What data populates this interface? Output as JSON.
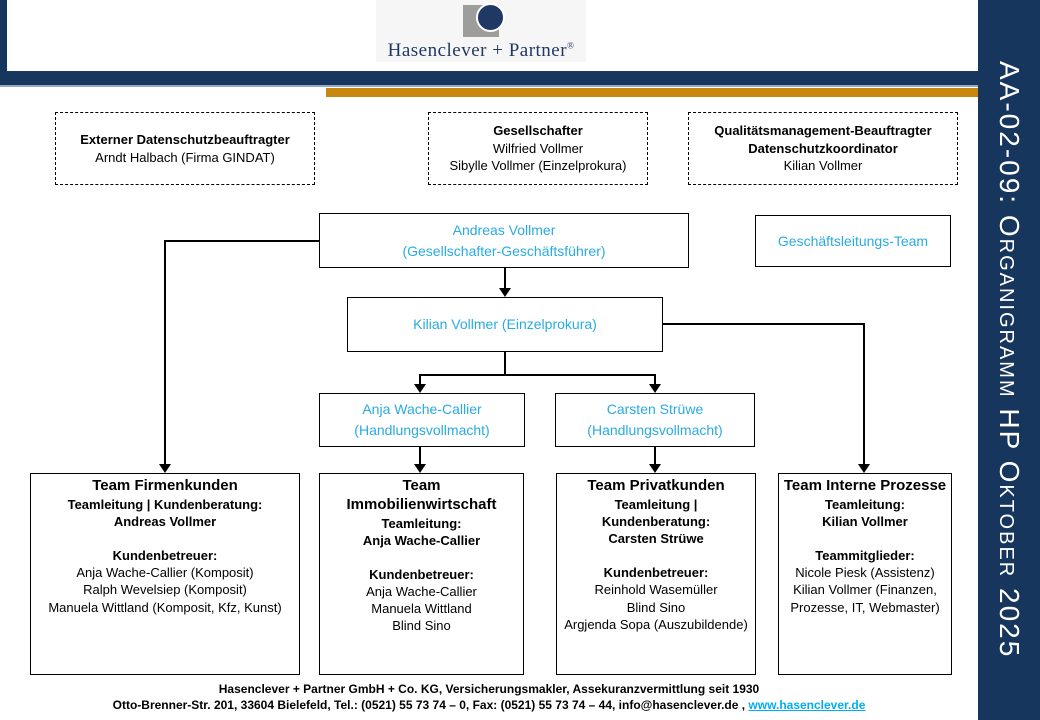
{
  "colors": {
    "navy": "#17365D",
    "orange": "#C8870E",
    "accent_cyan": "#29ABE2",
    "link_cyan": "#00AEEF",
    "logo_gray": "#9D9D9C"
  },
  "header": {
    "brand": "Hasenclever + Partner",
    "registered": "®"
  },
  "sidebar": {
    "label": "AA-02-09: Organigramm HP Oktober 2025"
  },
  "org": {
    "external_dpo": {
      "title": "Externer Datenschutzbeauftragter",
      "person": "Arndt Halbach (Firma GINDAT)"
    },
    "gesellschafter": {
      "title": "Gesellschafter",
      "person1": "Wilfried Vollmer",
      "person2": "Sibylle Vollmer (Einzelprokura)"
    },
    "qm": {
      "title1": "Qualitätsmanagement-Beauftragter",
      "title2": "Datenschutzkoordinator",
      "person": "Kilian Vollmer"
    },
    "ceo": {
      "name": "Andreas Vollmer",
      "role": "(Gesellschafter-Geschäftsführer)"
    },
    "management_team": {
      "label": "Geschäftsleitungs-Team"
    },
    "prokurist": {
      "label": "Kilian Vollmer (Einzelprokura)"
    },
    "anja": {
      "name": "Anja Wache-Callier",
      "role": "(Handlungsvollmacht)"
    },
    "carsten": {
      "name": "Carsten Strüwe",
      "role": "(Handlungsvollmacht)"
    }
  },
  "teams": {
    "firmenkunden": {
      "title": "Team Firmenkunden",
      "lead_label": "Teamleitung | Kundenberatung:",
      "lead": "Andreas Vollmer",
      "members_label": "Kundenbetreuer:",
      "members": [
        "Anja Wache-Callier (Komposit)",
        "Ralph Wevelsiep (Komposit)",
        "Manuela Wittland (Komposit, Kfz, Kunst)"
      ]
    },
    "immobilienwirtschaft": {
      "title": "Team Immobilienwirtschaft",
      "lead_label": "Teamleitung:",
      "lead": "Anja Wache-Callier",
      "members_label": "Kundenbetreuer:",
      "members": [
        "Anja Wache-Callier",
        "Manuela Wittland",
        "Blind Sino"
      ]
    },
    "privatkunden": {
      "title": "Team Privatkunden",
      "lead_label": "Teamleitung | Kundenberatung:",
      "lead": "Carsten Strüwe",
      "members_label": "Kundenbetreuer:",
      "members": [
        "Reinhold Wasemüller",
        "Blind Sino",
        "Argjenda Sopa (Auszubildende)"
      ]
    },
    "interne_prozesse": {
      "title": "Team Interne Prozesse",
      "lead_label": "Teamleitung:",
      "lead": "Kilian Vollmer",
      "members_label": "Teammitglieder:",
      "members": [
        "Nicole Piesk (Assistenz)",
        "Kilian Vollmer (Finanzen, Prozesse, IT, Webmaster)"
      ]
    }
  },
  "footer": {
    "line1": "Hasenclever + Partner GmbH + Co. KG, Versicherungsmakler, Assekuranzvermittlung seit 1930",
    "line2_prefix": "Otto-Brenner-Str. 201, 33604 Bielefeld, Tel.: (0521) 55 73 74 – 0, Fax: (0521) 55 73 74 – 44, info@hasenclever.de , ",
    "link": "www.hasenclever.de"
  }
}
